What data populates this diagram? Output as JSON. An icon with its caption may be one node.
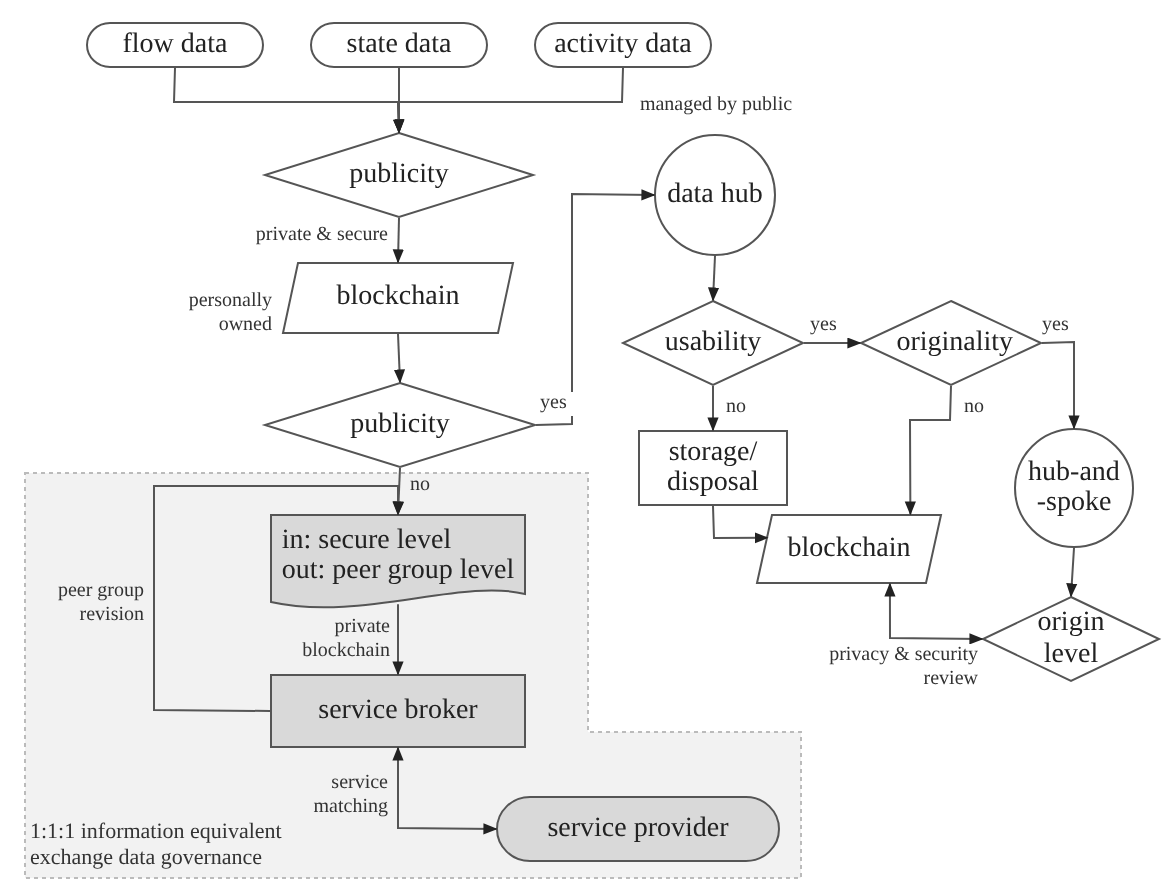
{
  "diagram": {
    "nodes": [
      {
        "text": [
          "flow data"
        ]
      },
      {
        "text": [
          "state data"
        ]
      },
      {
        "text": [
          "activity data"
        ]
      },
      {
        "text": [
          "publicity"
        ]
      },
      {
        "text": [
          "blockchain"
        ],
        "beside": [
          "personally owned"
        ]
      },
      {
        "text": [
          "publicity"
        ]
      },
      {
        "text": [
          "data hub"
        ],
        "beside": [
          "managed by public"
        ]
      },
      {
        "text": [
          "usability"
        ]
      },
      {
        "text": [
          "originality"
        ]
      },
      {
        "text": [
          "storage/ disposal"
        ]
      },
      {
        "text": [
          "blockchain"
        ]
      },
      {
        "text": [
          "hub-and -spoke"
        ]
      },
      {
        "text": [
          "origin level"
        ]
      },
      {
        "text": [
          "1:1:1 information equivalent exchange data governance"
        ]
      },
      {
        "text": [
          "in: secure level",
          "out: peer group level"
        ],
        "in": 13
      },
      {
        "text": [
          "service broker"
        ],
        "in": 13
      },
      {
        "text": [
          "service provider"
        ],
        "in": 13
      }
    ],
    "edges": [
      {
        "from": 0,
        "to": 3,
        "arrow": "to"
      },
      {
        "from": 1,
        "to": 3,
        "arrow": "to"
      },
      {
        "from": 2,
        "to": 3,
        "arrow": "to"
      },
      {
        "from": 3,
        "to": 4,
        "arrow": "to",
        "label": "private & secure"
      },
      {
        "from": 4,
        "to": 5,
        "arrow": "to"
      },
      {
        "from": 5,
        "to": 6,
        "arrow": "to",
        "label": "yes"
      },
      {
        "from": 5,
        "to": 14,
        "arrow": "to",
        "label": "no"
      },
      {
        "from": 14,
        "to": 15,
        "arrow": "to",
        "label": "private blockchain"
      },
      {
        "from": 15,
        "to": 14,
        "arrow": "to",
        "label": "peer group revision"
      },
      {
        "from": 15,
        "to": 16,
        "arrow": "both",
        "label": "service matching"
      },
      {
        "from": 6,
        "to": 7,
        "arrow": "to"
      },
      {
        "from": 7,
        "to": 8,
        "arrow": "to",
        "label": "yes"
      },
      {
        "from": 7,
        "to": 9,
        "arrow": "to",
        "label": "no"
      },
      {
        "from": 8,
        "to": 10,
        "arrow": "to",
        "label": "no"
      },
      {
        "from": 8,
        "to": 11,
        "arrow": "to",
        "label": "yes"
      },
      {
        "from": 9,
        "to": 10,
        "arrow": "to"
      },
      {
        "from": 11,
        "to": 12,
        "arrow": "to"
      },
      {
        "from": 10,
        "to": 12,
        "arrow": "both",
        "label": "privacy & security review"
      }
    ]
  }
}
